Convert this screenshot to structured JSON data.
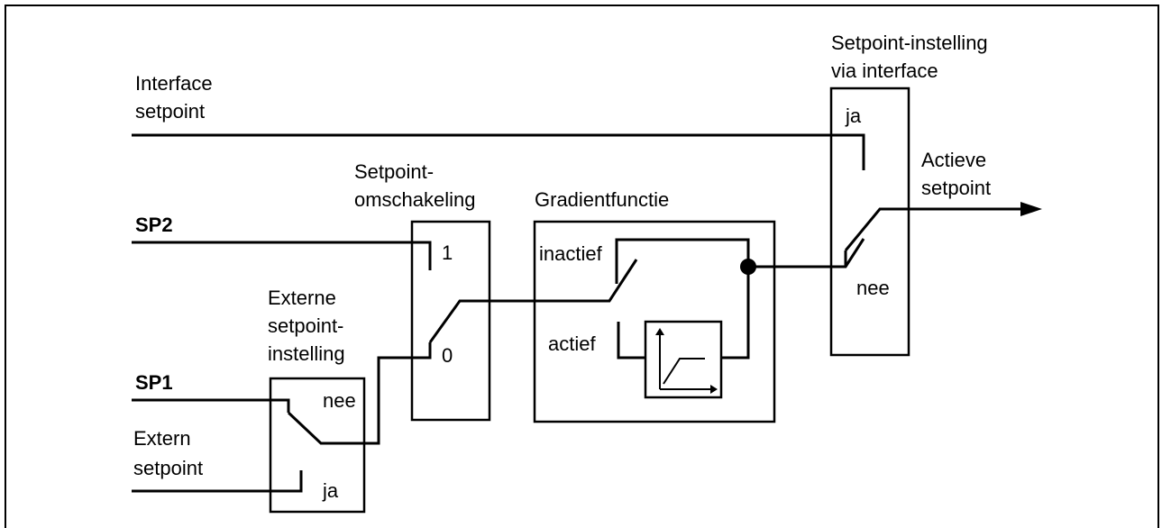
{
  "labels": {
    "interface_setpoint_1": "Interface",
    "interface_setpoint_2": "setpoint",
    "sp2": "SP2",
    "sp1": "SP1",
    "extern_setpoint_1": "Extern",
    "extern_setpoint_2": "setpoint",
    "externe_1": "Externe",
    "externe_2": "setpoint-",
    "externe_3": "instelling",
    "omschakeling_1": "Setpoint-",
    "omschakeling_2": "omschakeling",
    "gradient_title": "Gradientfunctie",
    "via_interface_1": "Setpoint-instelling",
    "via_interface_2": "via interface",
    "actieve_1": "Actieve",
    "actieve_2": "setpoint",
    "switch_ext_nee": "nee",
    "switch_ext_ja": "ja",
    "switch_sp_1": "1",
    "switch_sp_0": "0",
    "gradient_inactief": "inactief",
    "gradient_actief": "actief",
    "switch_if_ja": "ja",
    "switch_if_nee": "nee"
  }
}
